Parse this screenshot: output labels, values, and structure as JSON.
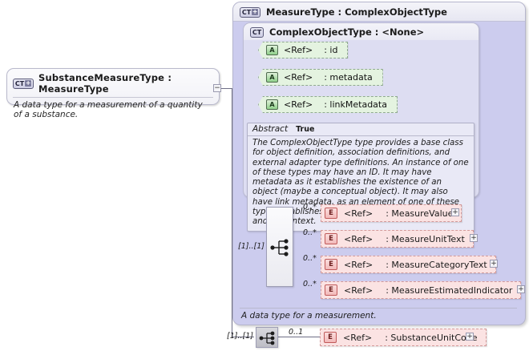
{
  "diagram": {
    "kind": "xsd-schema-diagram",
    "root_node": {
      "badge": "CT",
      "badge_icon": "complextype-plus-icon",
      "title": "SubstanceMeasureType : MeasureType",
      "documentation": "A data type for a measurement of a quantity of a substance.",
      "expander": "−"
    },
    "container": {
      "badge": "CT",
      "badge_icon": "complextype-plus-icon",
      "title": "MeasureType : ComplexObjectType",
      "footer_documentation": "A data type for a measurement.",
      "panel": {
        "badge": "CT",
        "badge_icon": "complextype-icon",
        "title": "ComplexObjectType : <None>",
        "attributes": [
          {
            "badge": "A",
            "badge_icon": "attribute-icon",
            "ref": "<Ref>",
            "name": ": id"
          },
          {
            "badge": "A",
            "badge_icon": "attribute-icon",
            "ref": "<Ref>",
            "name": ": metadata"
          },
          {
            "badge": "A",
            "badge_icon": "attribute-icon",
            "ref": "<Ref>",
            "name": ": linkMetadata"
          }
        ],
        "annotation": {
          "key": "Abstract",
          "value": "True",
          "text": "The ComplexObjectType type provides a base class for object definition, association definitions, and external adapter type definitions. An instance of one of these types may have an ID. It may have metadata as it establishes the existence of an object (maybe a conceptual object). It may also have link metadata, as an element of one of these types establishes a relationship between its value and its context."
        }
      },
      "sequence": {
        "icon": "sequence-compositor-icon",
        "cardinality": "[1]..[1]",
        "elements": [
          {
            "badge": "E",
            "badge_icon": "element-icon",
            "occurrence": "0..*",
            "ref": "<Ref>",
            "name": ": MeasureValue",
            "expander": "+"
          },
          {
            "badge": "E",
            "badge_icon": "element-icon",
            "occurrence": "0..*",
            "ref": "<Ref>",
            "name": ": MeasureUnitText",
            "expander": "+"
          },
          {
            "badge": "E",
            "badge_icon": "element-icon",
            "occurrence": "0..*",
            "ref": "<Ref>",
            "name": ": MeasureCategoryText",
            "expander": "+"
          },
          {
            "badge": "E",
            "badge_icon": "element-icon",
            "occurrence": "0..*",
            "ref": "<Ref>",
            "name": ": MeasureEstimatedIndicator",
            "expander": "+"
          }
        ]
      }
    },
    "bottom_sequence": {
      "icon": "sequence-compositor-icon",
      "cardinality": "[1]..[1]",
      "element": {
        "badge": "E",
        "badge_icon": "element-icon",
        "occurrence": "0..1",
        "ref": "<Ref>",
        "name": ": SubstanceUnitCode",
        "expander": "+"
      }
    },
    "colors": {
      "container_fill": "#ccccee",
      "panel_fill": "#ddddf2",
      "attribute_fill": "#e4f3e0",
      "element_fill": "#fbe3e3",
      "line": "#6f6f86"
    }
  }
}
